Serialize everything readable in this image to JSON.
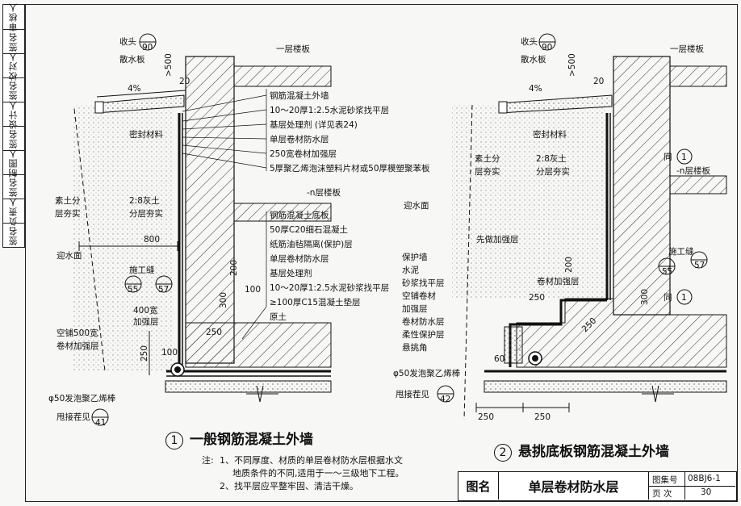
{
  "margin_strip": [
    "审核人",
    "签名",
    "校对人",
    "签名",
    "设计人",
    "签名",
    "制图人",
    "签名",
    "负责人",
    "签名"
  ],
  "left_figure": {
    "number": "1",
    "title": "一般钢筋混凝土外墙",
    "top_labels": [
      "收头",
      "90",
      "一层楼板",
      "散水板",
      ">500",
      "20",
      "4%",
      "密封材料"
    ],
    "layer_labels_upper": [
      "钢筋混凝土外墙",
      "10～20厚1:2.5水泥砂浆找平层",
      "基层处理剂 (详见表24)",
      "单层卷材防水层",
      "250宽卷材加强层",
      "5厚聚乙烯泡沫塑料片材或50厚模塑聚苯板"
    ],
    "left_labels": [
      "素土分",
      "层夯实",
      "2:8灰土",
      "分层夯实",
      "800",
      "迎水面"
    ],
    "slab_label": "-n层楼板",
    "layer_labels_lower": [
      "钢筋混凝土底板",
      "50厚C20细石混凝土",
      "纸筋油毡隔离(保护)层",
      "单层卷材防水层",
      "基层处理剂",
      "10～20厚1:2.5水泥砂浆找平层",
      "≥100厚C15混凝土垫层",
      "原土"
    ],
    "joint_labels": [
      "施工缝",
      "55",
      "57",
      "200",
      "300",
      "100"
    ],
    "bottom_left_labels": [
      "400宽",
      "加强层",
      "空铺500宽",
      "卷材加强层",
      "250",
      "100",
      "250",
      "φ50发泡聚乙烯棒",
      "甩接茬见",
      "41"
    ]
  },
  "right_figure": {
    "number": "2",
    "title": "悬挑底板钢筋混凝土外墙",
    "top_labels": [
      "收头",
      "90",
      "一层楼板",
      "散水板",
      ">500",
      "20",
      "4%",
      "密封材料"
    ],
    "labels": [
      "素土分",
      "层夯实",
      "2:8灰土",
      "分层夯实",
      "同",
      "1",
      "-n层楼板",
      "迎水面",
      "先做加强层",
      "200",
      "施工缝",
      "55",
      "57",
      "保护墙",
      "水泥",
      "砂浆找平层",
      "空铺卷材",
      "加强层",
      "卷材防水层",
      "柔性保护层",
      "悬挑角",
      "卷材加强层",
      "同",
      "1",
      "250",
      "250",
      "300",
      "60",
      "φ50发泡聚乙烯棒",
      "甩接茬见",
      "42",
      "250",
      "250"
    ]
  },
  "notes": {
    "prefix": "注:",
    "line1": "1、不同厚度、材质的单层卷材防水层根据水文",
    "line2": "地质条件的不同,适用于一～三级地下工程。",
    "line3": "2、找平层应平整牢固、清洁干燥。"
  },
  "title_block": {
    "figure_name_label": "图名",
    "figure_name": "单层卷材防水层",
    "atlas_label": "图集号",
    "atlas_value": "08BJ6-1",
    "page_label": "页  次",
    "page_value": "30"
  }
}
